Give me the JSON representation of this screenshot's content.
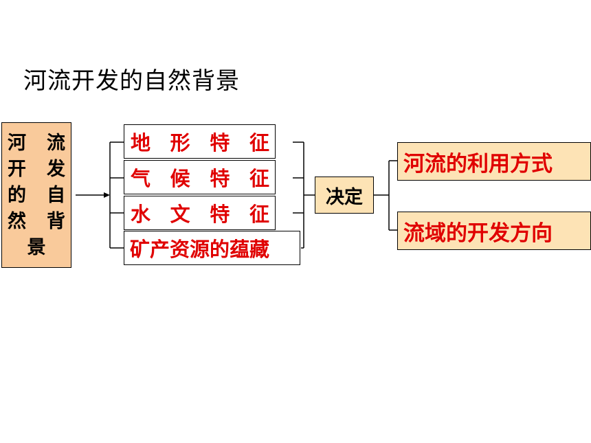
{
  "title": "河流开发的自然背景",
  "left_box": {
    "rows": [
      [
        "河",
        "流"
      ],
      [
        "开",
        "发"
      ],
      [
        "的",
        "自"
      ],
      [
        "然",
        "背"
      ],
      [
        "景"
      ]
    ]
  },
  "features": [
    [
      "地",
      "形",
      "特",
      "征"
    ],
    [
      "气",
      "候",
      "特",
      "征"
    ],
    [
      "水",
      "文",
      "特",
      "征"
    ]
  ],
  "feature_last": "矿产资源的蕴藏",
  "decide_label": "决定",
  "results": [
    "河流的利用方式",
    "流域的开发方向"
  ],
  "colors": {
    "left_box_fill": "#f9ca9b",
    "box_fill": "#fde3b5",
    "feature_text": "#e00000"
  }
}
